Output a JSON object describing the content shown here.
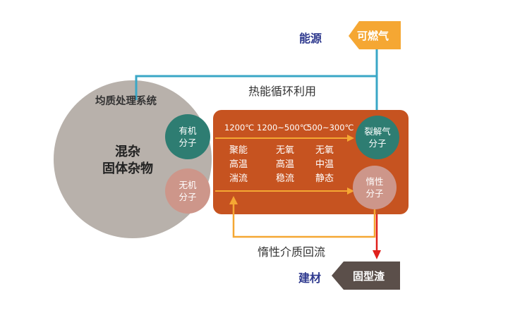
{
  "energy_label": "能源",
  "gas_label": "可燃气",
  "heat_loop_label": "热能循环利用",
  "homog_system_label": "均质处理系统",
  "mixed_solid_label": "混杂\n固体杂物",
  "organic_label": "有机\n分子",
  "inorganic_label": "无机\n分子",
  "cracked_gas_label": "裂解气\n分子",
  "inert_molecule_label": "惰性\n分子",
  "temps": [
    "1200℃",
    "1200~500℃",
    "500~300℃"
  ],
  "zones": [
    "聚能\n高温\n湍流",
    "无氧\n高温\n稳流",
    "无氧\n中温\n静态"
  ],
  "inert_return_label": "惰性介质回流",
  "material_label": "建材",
  "slag_label": "固型渣",
  "colors": {
    "gas_badge": "#f5a733",
    "slag_badge": "#5b4f4a",
    "reactor": "#c65320",
    "big_circle": "#b8b1ab",
    "teal": "#2e7d72",
    "pink": "#cd968a",
    "heat_line": "#3aa7c6",
    "return_line": "#f5a733",
    "down_arrow": "#e0201c"
  }
}
